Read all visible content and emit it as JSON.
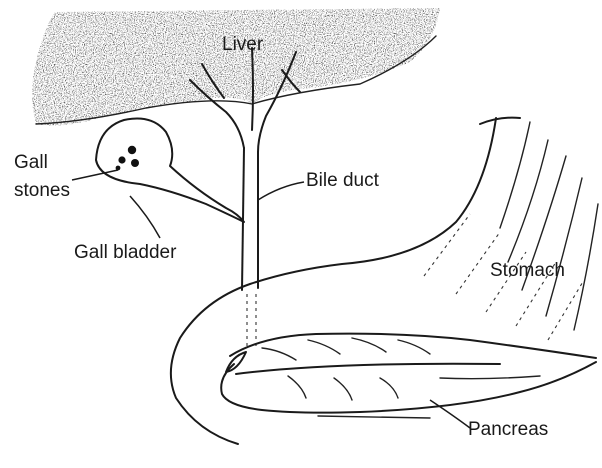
{
  "diagram": {
    "labels": {
      "liver": "Liver",
      "gall_stones_line1": "Gall",
      "gall_stones_line2": "stones",
      "bile_duct": "Bile duct",
      "gall_bladder": "Gall bladder",
      "stomach": "Stomach",
      "pancreas": "Pancreas"
    },
    "colors": {
      "ink": "#1a1a1a",
      "paper": "#ffffff"
    }
  }
}
